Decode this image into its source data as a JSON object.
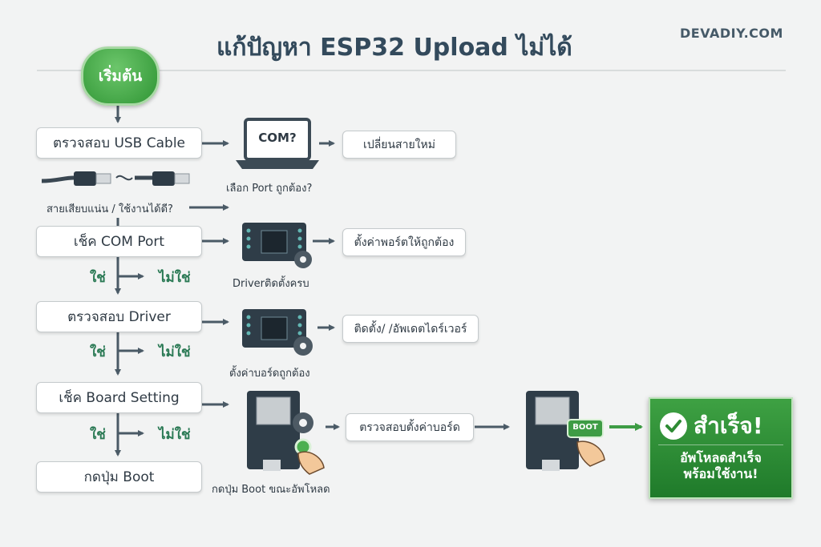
{
  "header": {
    "title": "แก้ปัญหา ESP32 Upload ไม่ได้",
    "brand": "DEVADIY.COM"
  },
  "start": {
    "label": "เริ่มต้น"
  },
  "steps": [
    {
      "label": "ตรวจสอบ USB Cable"
    },
    {
      "label": "เช็ค COM Port"
    },
    {
      "label": "ตรวจสอบ Driver"
    },
    {
      "label": "เช็ค Board Setting"
    },
    {
      "label": "กดปุ่ม Boot"
    }
  ],
  "captions": {
    "cable": "สายเสียบแน่น / ใช้งานได้ดี?",
    "port": "เลือก Port ถูกต้อง?",
    "driver": "Driverติดตั้งครบ",
    "board": "ตั้งค่าบอร์ดถูกต้อง",
    "boot": "กดปุ่ม Boot ขณะอัพโหลด"
  },
  "actions": [
    {
      "label": "เปลี่ยนสายใหม่"
    },
    {
      "label": "ตั้งค่าพอร์ตให้ถูกต้อง"
    },
    {
      "label": "ติดตั้ง/ /อัพเดตไดร์เวอร์"
    },
    {
      "label": "ตรวจสอบตั้งค่าบอร์ด"
    }
  ],
  "branches": {
    "yes": "ใช่",
    "no": "ไม่ใช่"
  },
  "icons": {
    "laptop_text": "COM?",
    "boot_badge": "BOOT"
  },
  "success": {
    "title": "สำเร็จ!",
    "line1": "อัพโหลดสำเร็จ",
    "line2": "พร้อมใช้งาน!"
  },
  "colors": {
    "success": "#2e8b34",
    "arrow": "#4a5a66",
    "green_arrow": "#3e9c45"
  }
}
